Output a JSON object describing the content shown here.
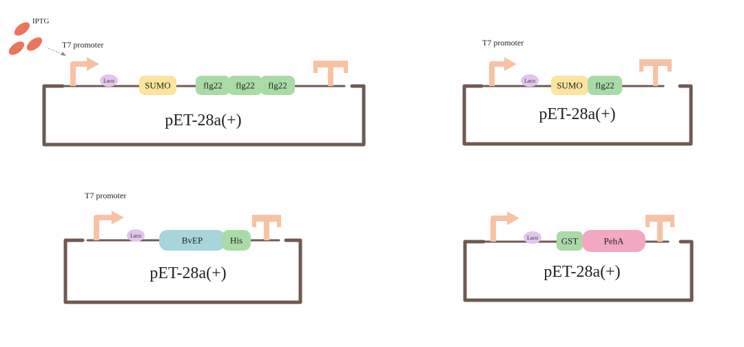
{
  "iptg": {
    "label": "IPTG"
  },
  "constructs": [
    {
      "plasmid": "pET-28a(+)",
      "promoter_label": "T7 promoter",
      "laco": "Laco",
      "genes": [
        {
          "label": "SUMO",
          "color": "#fbe49c"
        },
        {
          "label": "flg22",
          "color": "#a9dba6"
        },
        {
          "label": "flg22",
          "color": "#a9dba6"
        },
        {
          "label": "flg22",
          "color": "#a9dba6"
        }
      ]
    },
    {
      "plasmid": "pET-28a(+)",
      "promoter_label": "T7 promoter",
      "laco": "Laco",
      "genes": [
        {
          "label": "SUMO",
          "color": "#fbe49c"
        },
        {
          "label": "flg22",
          "color": "#a9dba6"
        }
      ]
    },
    {
      "plasmid": "pET-28a(+)",
      "promoter_label": "T7 promoter",
      "laco": "Laco",
      "genes": [
        {
          "label": "BvEP",
          "color": "#a8d4dc"
        },
        {
          "label": "His",
          "color": "#a9dba6"
        }
      ]
    },
    {
      "plasmid": "pET-28a(+)",
      "promoter_label": "",
      "laco": "Laco",
      "genes": [
        {
          "label": "GST",
          "color": "#a9dba6"
        },
        {
          "label": "PehA",
          "color": "#f2a7c3"
        }
      ]
    }
  ],
  "colors": {
    "backbone": "#6e5a52",
    "promoter": "#f7c2a4",
    "terminator": "#f7c2a4",
    "laco": "#e2c4ee",
    "iptg": "#e9765a"
  }
}
